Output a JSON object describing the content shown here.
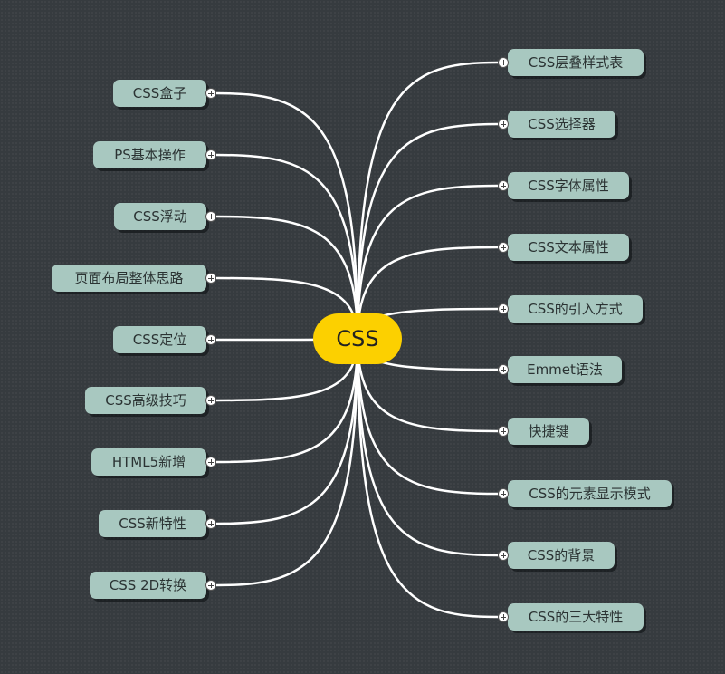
{
  "central_topic": "CSS",
  "colors": {
    "background": "#363b3f",
    "root": "#fcd000",
    "topic": "#a8c8c0",
    "connector": "#ffffff"
  },
  "expand_icon": "plus-circle",
  "left_topics": [
    {
      "label": "CSS盒子"
    },
    {
      "label": "PS基本操作"
    },
    {
      "label": "CSS浮动"
    },
    {
      "label": "页面布局整体思路"
    },
    {
      "label": "CSS定位"
    },
    {
      "label": "CSS高级技巧"
    },
    {
      "label": "HTML5新增"
    },
    {
      "label": "CSS新特性"
    },
    {
      "label": "CSS 2D转换"
    }
  ],
  "right_topics": [
    {
      "label": "CSS层叠样式表"
    },
    {
      "label": "CSS选择器"
    },
    {
      "label": "CSS字体属性"
    },
    {
      "label": "CSS文本属性"
    },
    {
      "label": "CSS的引入方式"
    },
    {
      "label": "Emmet语法"
    },
    {
      "label": "快捷键"
    },
    {
      "label": "CSS的元素显示模式"
    },
    {
      "label": "CSS的背景"
    },
    {
      "label": "CSS的三大特性"
    }
  ]
}
